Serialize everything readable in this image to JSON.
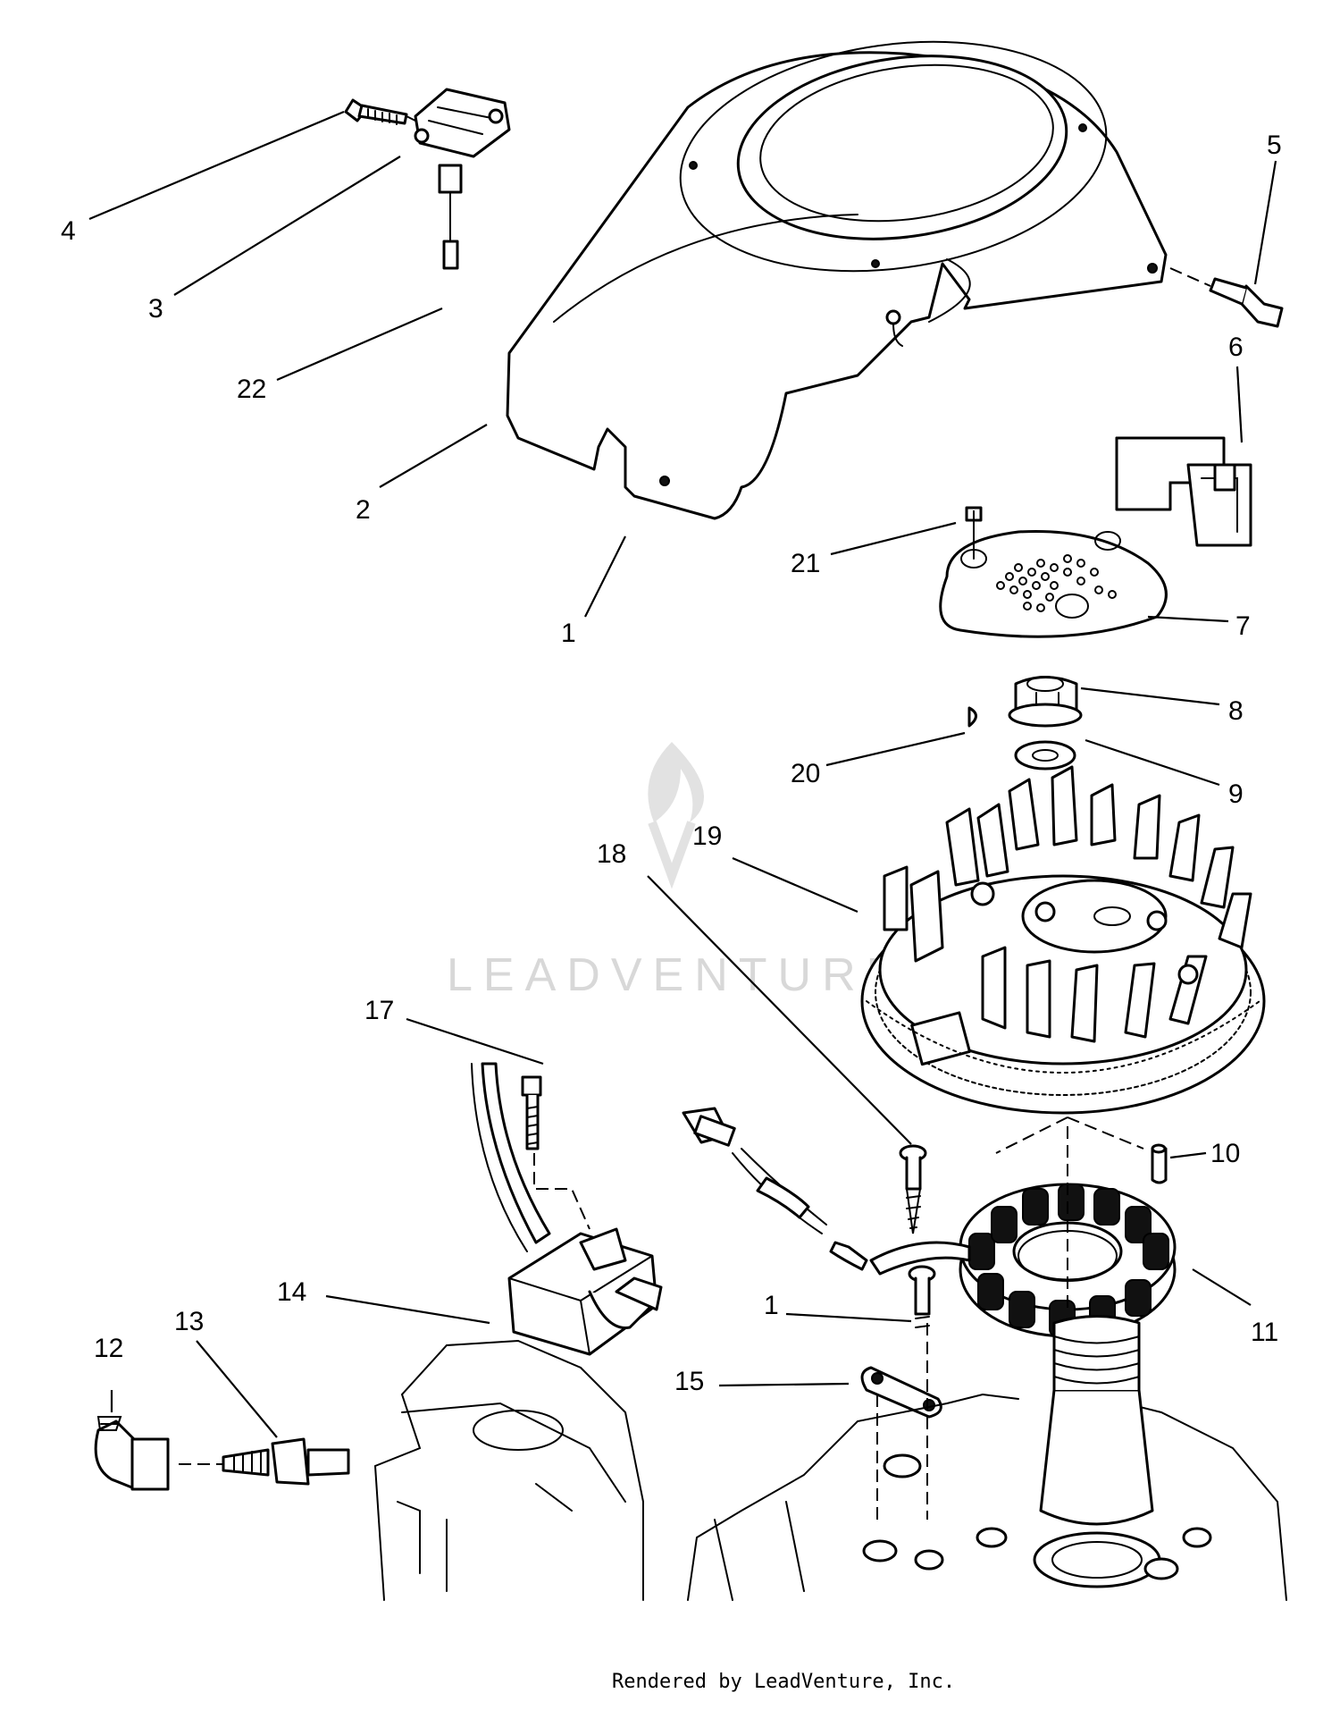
{
  "callouts": {
    "c1a": "1",
    "c1b": "1",
    "c2": "2",
    "c3": "3",
    "c4": "4",
    "c5": "5",
    "c6": "6",
    "c7": "7",
    "c8": "8",
    "c9": "9",
    "c10": "10",
    "c11": "11",
    "c12": "12",
    "c13": "13",
    "c14": "14",
    "c15": "15",
    "c17": "17",
    "c18": "18",
    "c19": "19",
    "c20": "20",
    "c21": "21",
    "c22": "22"
  },
  "watermark": "LEADVENTURE",
  "credit": "Rendered by LeadVenture, Inc."
}
